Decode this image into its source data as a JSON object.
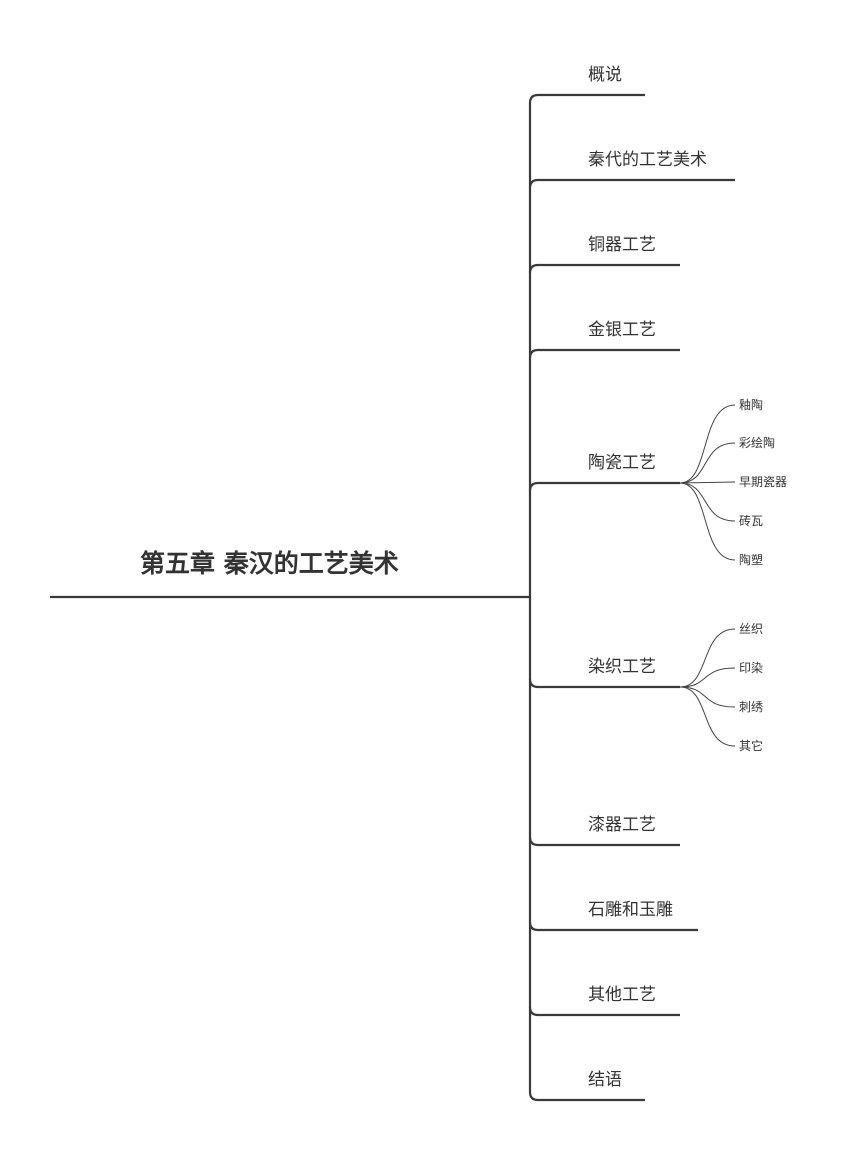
{
  "mindmap": {
    "root": {
      "label": "第五章 秦汉的工艺美术"
    },
    "branches": [
      {
        "label": "概说",
        "children": []
      },
      {
        "label": "秦代的工艺美术",
        "children": []
      },
      {
        "label": "铜器工艺",
        "children": []
      },
      {
        "label": "金银工艺",
        "children": []
      },
      {
        "label": "陶瓷工艺",
        "children": [
          "釉陶",
          "彩绘陶",
          "早期瓷器",
          "砖瓦",
          "陶塑"
        ]
      },
      {
        "label": "染织工艺",
        "children": [
          "丝织",
          "印染",
          "刺绣",
          "其它"
        ]
      },
      {
        "label": "漆器工艺",
        "children": []
      },
      {
        "label": "石雕和玉雕",
        "children": []
      },
      {
        "label": "其他工艺",
        "children": []
      },
      {
        "label": "结语",
        "children": []
      }
    ]
  }
}
